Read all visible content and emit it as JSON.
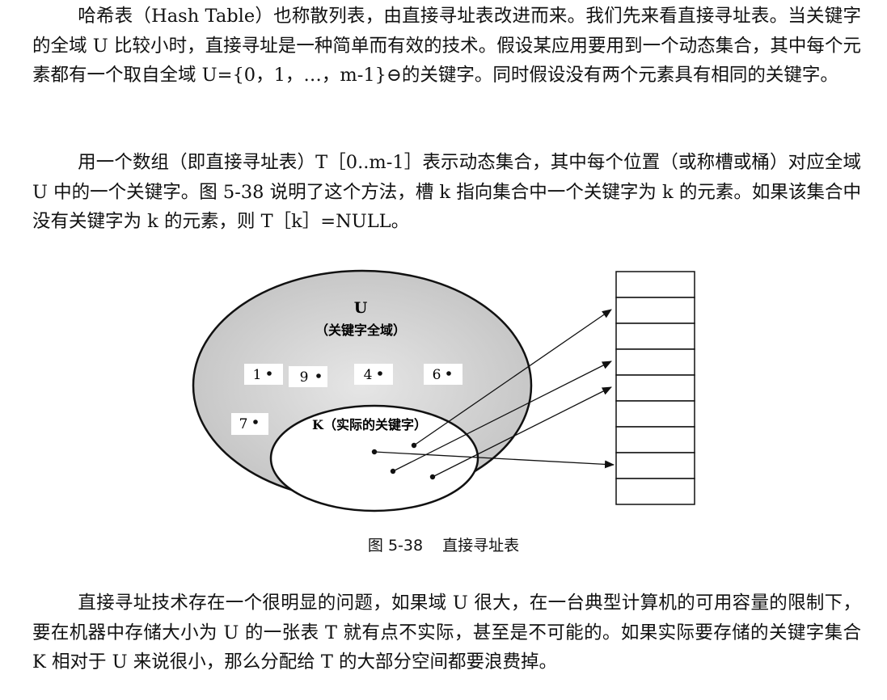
{
  "paragraphs": {
    "p1": "哈希表（Hash Table）也称散列表，由直接寻址表改进而来。我们先来看直接寻址表。当关键字的全域 U 比较小时，直接寻址是一种简单而有效的技术。假设某应用要用到一个动态集合，其中每个元素都有一个取自全域 U={0，1，…，m-1}⊖的关键字。同时假设没有两个元素具有相同的关键字。",
    "p2": "用一个数组（即直接寻址表）T［0..m-1］表示动态集合，其中每个位置（或称槽或桶）对应全域 U 中的一个关键字。图 5-38 说明了这个方法，槽 k 指向集合中一个关键字为 k 的元素。如果该集合中没有关键字为 k 的元素，则 T［k］=NULL。",
    "p3": "直接寻址技术存在一个很明显的问题，如果域 U 很大，在一台典型计算机的可用容量的限制下，要在机器中存储大小为 U 的一张表 T 就有点不实际，甚至是不可能的。如果实际要存储的关键字集合 K 相对于 U 来说很小，那么分配给 T 的大部分空间都要浪费掉。"
  },
  "figure": {
    "universe_label": "U",
    "universe_sub": "（关键字全域）",
    "key_set_label": "K（实际的关键字）",
    "unused_keys": [
      "1",
      "9",
      "4",
      "6",
      "7"
    ],
    "slot_count": 9,
    "caption_number": "图 5-38",
    "caption_title": "直接寻址表"
  }
}
